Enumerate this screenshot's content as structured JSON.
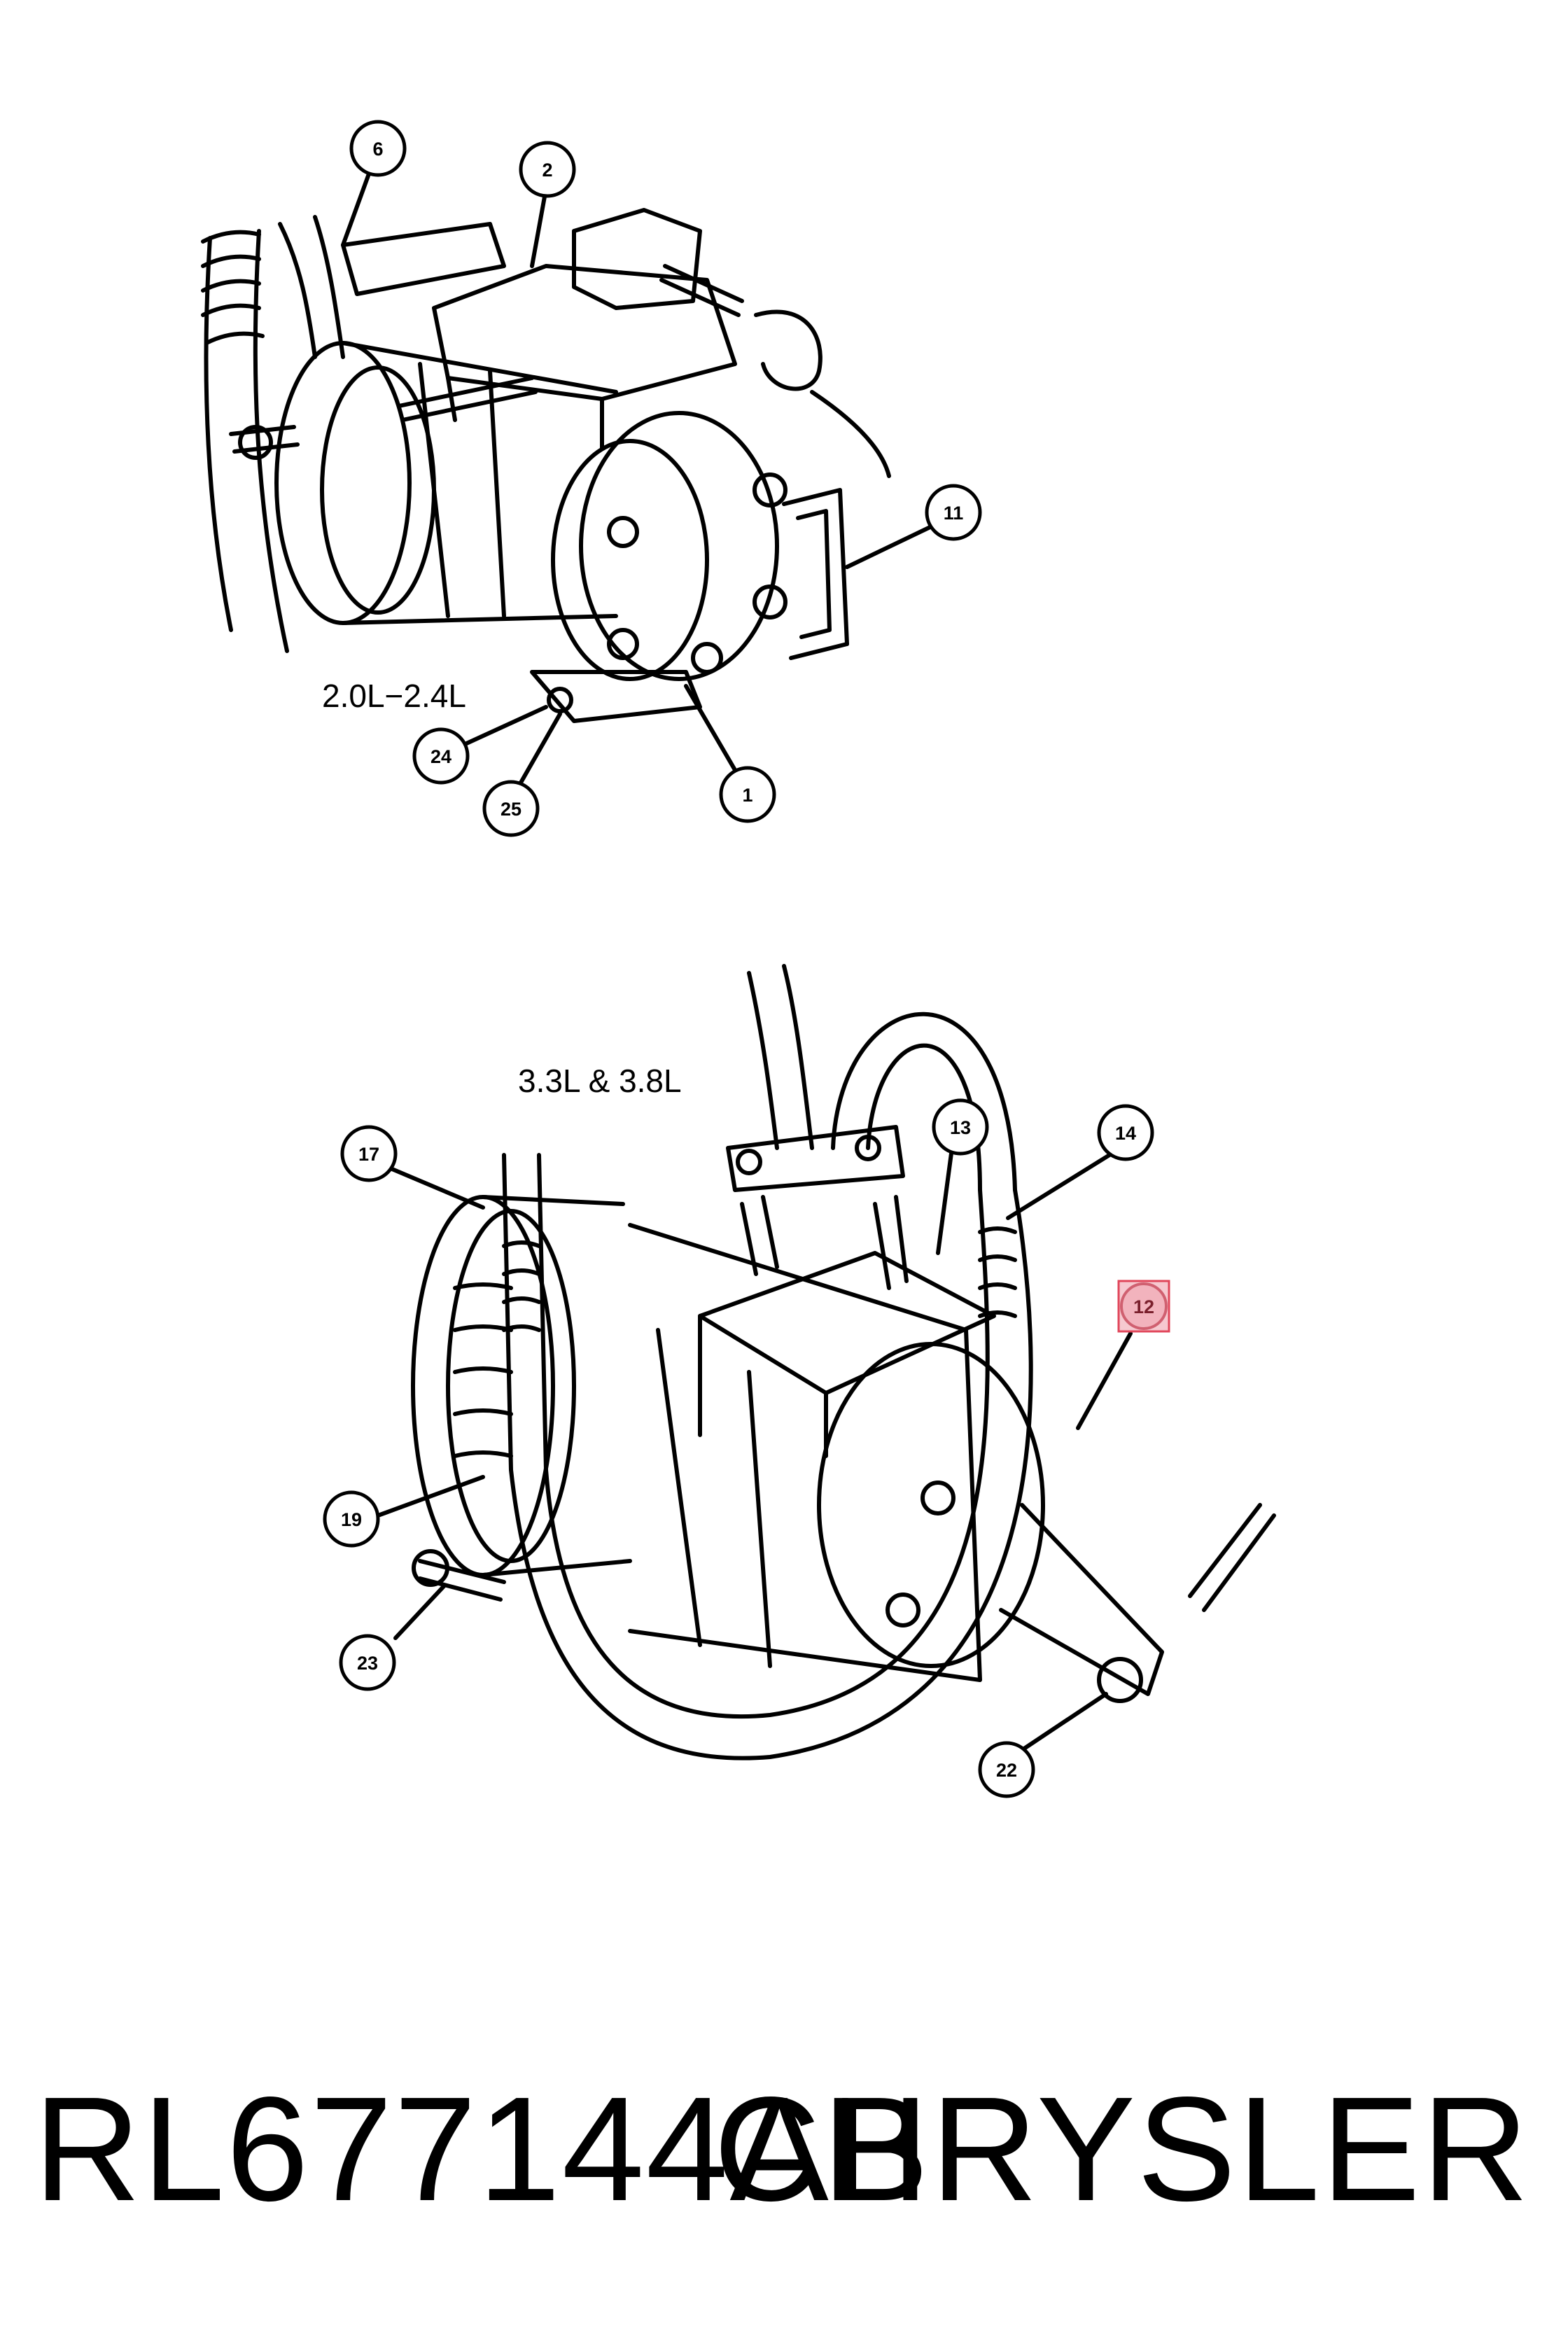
{
  "diagram": {
    "top_view": {
      "engine_label": "2.0L−2.4L"
    },
    "bottom_view": {
      "engine_label": "3.3L & 3.8L"
    },
    "callouts": [
      {
        "id": "6"
      },
      {
        "id": "2"
      },
      {
        "id": "11"
      },
      {
        "id": "24"
      },
      {
        "id": "25"
      },
      {
        "id": "1"
      },
      {
        "id": "17"
      },
      {
        "id": "13"
      },
      {
        "id": "14"
      },
      {
        "id": "12",
        "highlighted": true
      },
      {
        "id": "19"
      },
      {
        "id": "23"
      },
      {
        "id": "22"
      }
    ],
    "highlight_color": "#e0465a"
  },
  "footer": {
    "part_number": "RL677144AB",
    "brand": "CHRYSLER"
  }
}
